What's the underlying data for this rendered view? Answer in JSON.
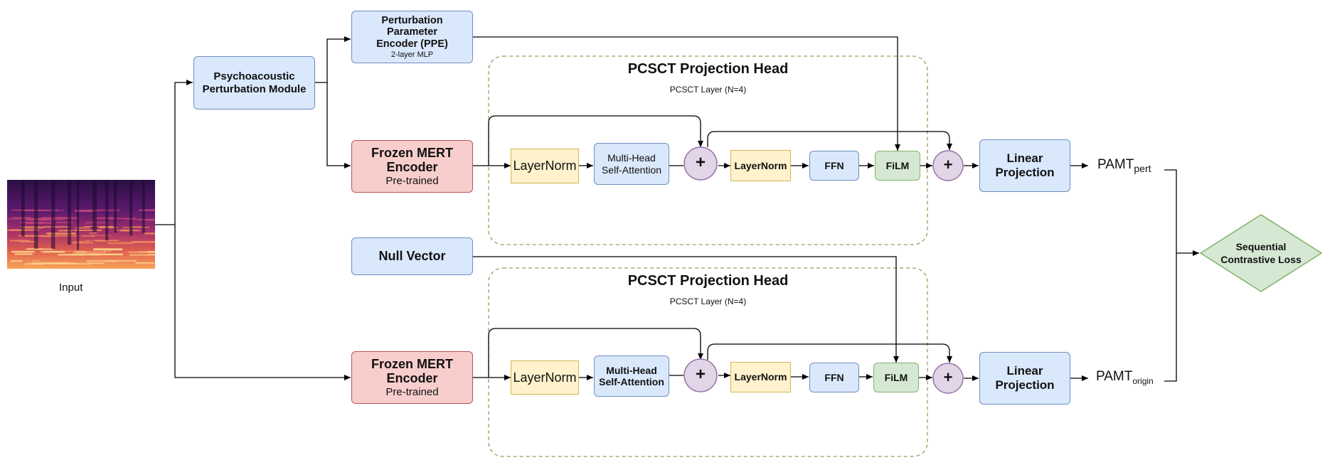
{
  "input": {
    "label": "Input"
  },
  "ppm": {
    "line1": "Psychoacoustic",
    "line2": "Perturbation Module"
  },
  "ppe": {
    "line1": "Perturbation",
    "line2": "Parameter",
    "line3": "Encoder (PPE)",
    "sub": "2-layer MLP"
  },
  "null_vector": {
    "label": "Null Vector"
  },
  "encoder": {
    "line1": "Frozen MERT",
    "line2": "Encoder",
    "sub": "Pre-trained"
  },
  "head": {
    "title": "PCSCT Projection Head",
    "subtitle": "PCSCT Layer (N=4)"
  },
  "layernorm_label": "LayerNorm",
  "mhsa": {
    "line1": "Multi-Head",
    "line2": "Self-Attention"
  },
  "plus": "+",
  "ffn": "FFN",
  "film": "FiLM",
  "linear": {
    "line1": "Linear",
    "line2": "Projection"
  },
  "out_pert": {
    "base": "PAMT",
    "sub": "pert"
  },
  "out_origin": {
    "base": "PAMT",
    "sub": "origin"
  },
  "loss": {
    "line1": "Sequential",
    "line2": "Contrastive Loss"
  },
  "colors": {
    "blue_fill": "#dae8fc",
    "blue_stroke": "#6c8ebf",
    "red_fill": "#f8cecc",
    "red_stroke": "#b85450",
    "yellow_fill": "#fff2cc",
    "yellow_stroke": "#d6b656",
    "green_fill": "#d5e8d4",
    "green_stroke": "#82b366",
    "purple_fill": "#e1d5e7",
    "purple_stroke": "#9673a6"
  }
}
